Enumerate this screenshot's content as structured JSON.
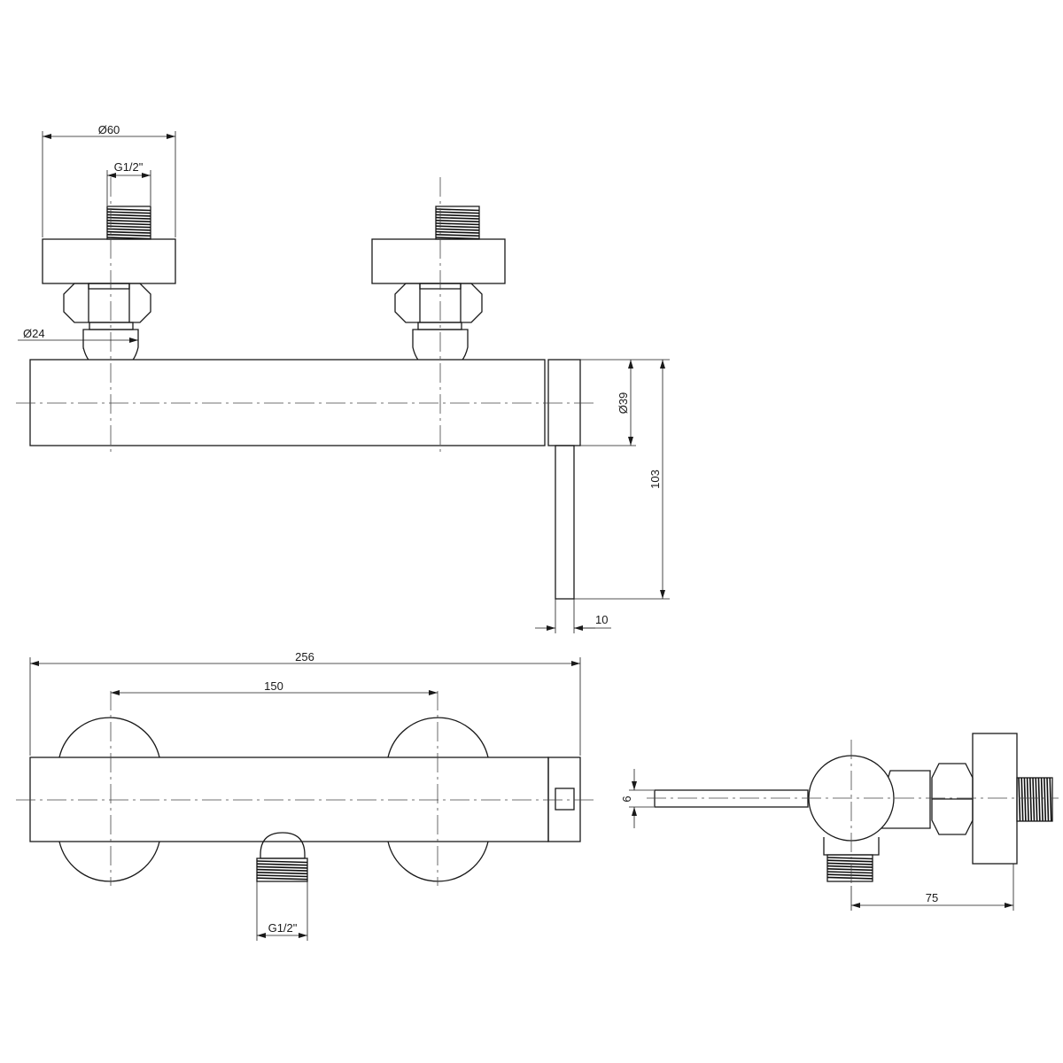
{
  "dimensions": {
    "top_flange_diameter": "Ø60",
    "top_thread": "G1/2\"",
    "inlet_diameter": "Ø24",
    "handle_diameter": "Ø39",
    "total_height": "103",
    "lever_width": "10",
    "total_length": "256",
    "inlet_spacing": "150",
    "bottom_thread": "G1/2\"",
    "lever_thickness": "6",
    "projection": "75"
  },
  "colors": {
    "line": "#1a1a1a",
    "background": "#ffffff"
  }
}
